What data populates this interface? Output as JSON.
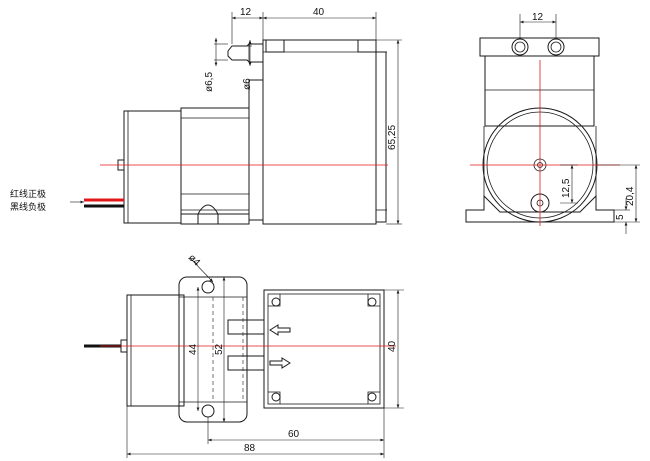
{
  "dimensions": {
    "side_tube_spacing": "12",
    "side_head_width": "40",
    "side_outer_dia": "ø6,5",
    "side_inner_dia": "ø6",
    "side_height": "65,25",
    "front_tube_spacing": "12",
    "front_center_offset": "12,5",
    "front_center_height": "20,4",
    "front_foot_height": "5",
    "top_hole_dia": "ø4",
    "top_hole_pitch": "44",
    "top_flange_width": "52",
    "top_head_width": "40",
    "top_length_60": "60",
    "top_length_88": "88"
  },
  "labels": {
    "red_wire": "红线正极",
    "black_wire": "黑线负极"
  },
  "colors": {
    "centerline": "#e01818",
    "outline": "#1a1a1a",
    "red_wire": "#e01818",
    "black_wire": "#111111"
  }
}
